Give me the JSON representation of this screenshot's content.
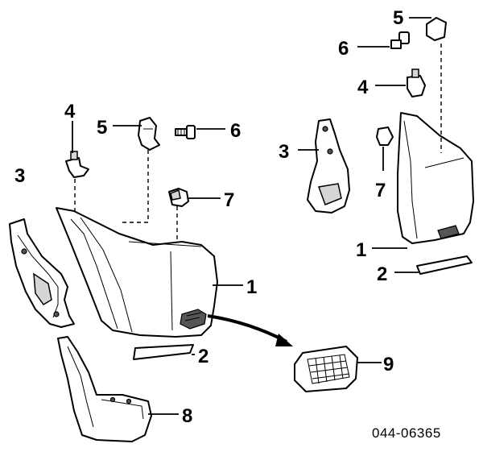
{
  "reference_code": "044-06365",
  "callouts": {
    "left_bumper_1": "1",
    "left_strip_2": "2",
    "left_bracket_3": "3",
    "left_clip_4": "4",
    "left_retainer_5": "5",
    "left_screw_6": "6",
    "left_grommet_7": "7",
    "mud_flap_8": "8",
    "reflector_9": "9",
    "right_bumper_1": "1",
    "right_strip_2": "2",
    "right_bracket_3": "3",
    "right_clip_4": "4",
    "right_retainer_5": "5",
    "right_screw_6": "6",
    "right_grommet_7": "7"
  },
  "icons": {
    "bumper": "bumper-cover-icon",
    "bracket": "bracket-icon",
    "clip": "clip-icon",
    "screw": "screw-icon",
    "mud_flap": "mud-flap-icon",
    "reflector": "reflector-icon"
  },
  "colors": {
    "ink": "#000000",
    "paper": "#ffffff",
    "shade": "#d6d6d6"
  }
}
